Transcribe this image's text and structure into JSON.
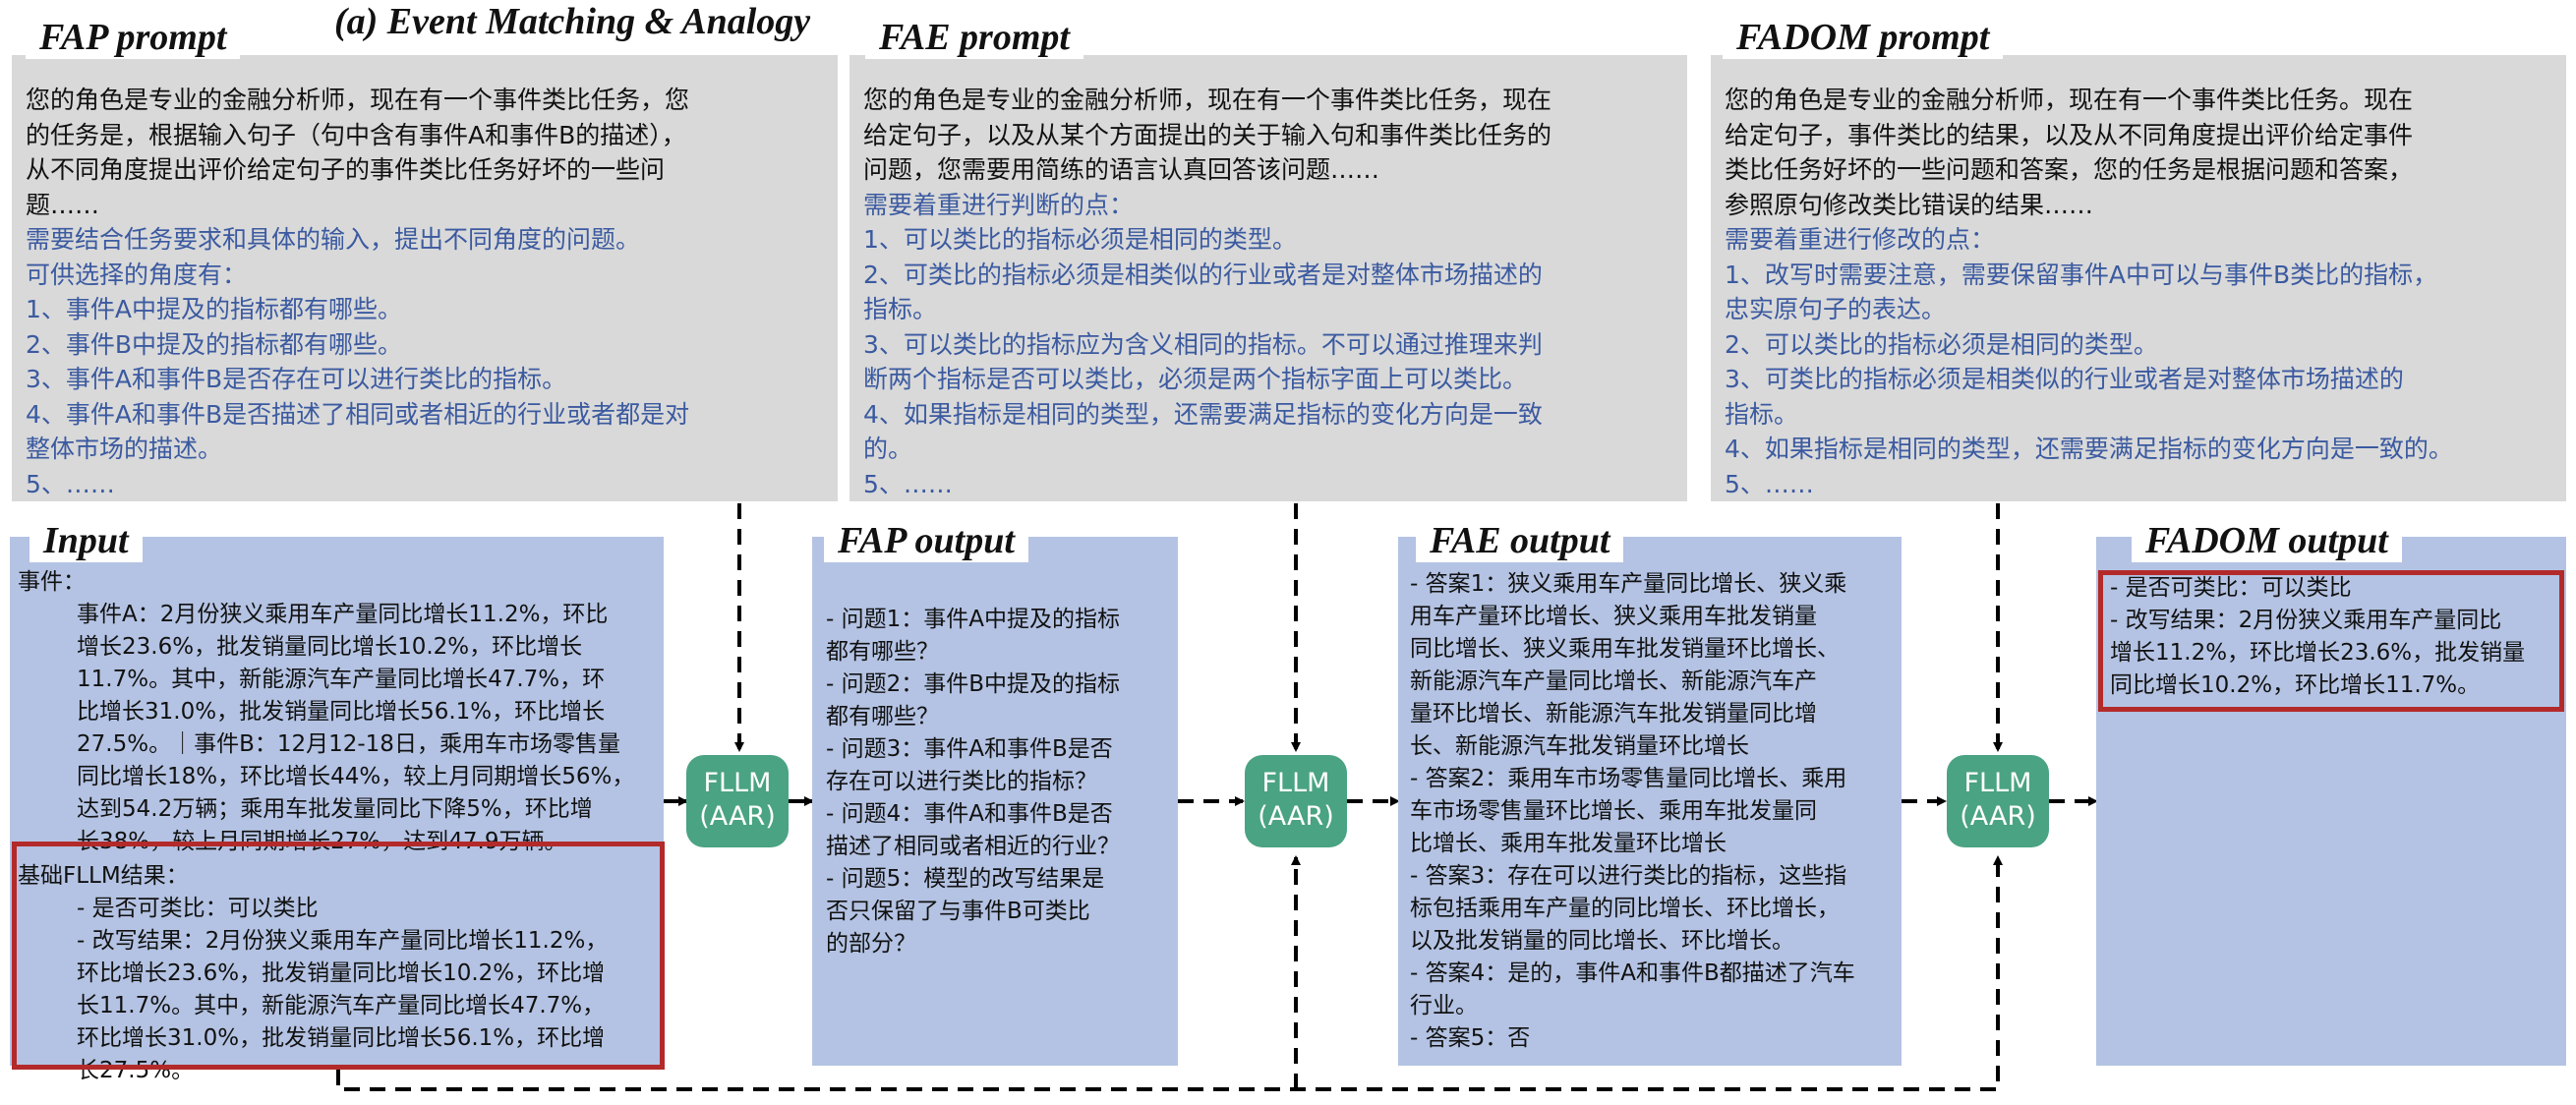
{
  "title": "(a) Event Matching & Analogy",
  "fap_prompt": {
    "label": "FAP prompt",
    "black": [
      "您的角色是专业的金融分析师，现在有一个事件类比任务，您",
      "的任务是，根据输入句子（句中含有事件A和事件B的描述），",
      "从不同角度提出评价给定句子的事件类比任务好坏的一些问",
      "题……"
    ],
    "blue": [
      "需要结合任务要求和具体的输入，提出不同角度的问题。",
      "可供选择的角度有：",
      "1、事件A中提及的指标都有哪些。",
      "2、事件B中提及的指标都有哪些。",
      "3、事件A和事件B是否存在可以进行类比的指标。",
      "4、事件A和事件B是否描述了相同或者相近的行业或者都是对",
      "整体市场的描述。",
      "5、……"
    ]
  },
  "fae_prompt": {
    "label": "FAE prompt",
    "black": [
      "您的角色是专业的金融分析师，现在有一个事件类比任务，现在",
      "给定句子，以及从某个方面提出的关于输入句和事件类比任务的",
      "问题，您需要用简练的语言认真回答该问题……"
    ],
    "blue": [
      "需要着重进行判断的点：",
      "1、可以类比的指标必须是相同的类型。",
      "2、可类比的指标必须是相类似的行业或者是对整体市场描述的",
      "指标。",
      "3、可以类比的指标应为含义相同的指标。不可以通过推理来判",
      "断两个指标是否可以类比，必须是两个指标字面上可以类比。",
      "4、如果指标是相同的类型，还需要满足指标的变化方向是一致",
      "的。",
      "5、……"
    ]
  },
  "fadom_prompt": {
    "label": "FADOM prompt",
    "black": [
      "您的角色是专业的金融分析师，现在有一个事件类比任务。现在",
      "给定句子，事件类比的结果，以及从不同角度提出评价给定事件",
      "类比任务好坏的一些问题和答案，您的任务是根据问题和答案，",
      "参照原句修改类比错误的结果……"
    ],
    "blue": [
      "需要着重进行修改的点：",
      "1、改写时需要注意，需要保留事件A中可以与事件B类比的指标，",
      "忠实原句子的表达。",
      "2、可以类比的指标必须是相同的类型。",
      "3、可类比的指标必须是相类似的行业或者是对整体市场描述的",
      "指标。",
      "4、如果指标是相同的类型，还需要满足指标的变化方向是一致的。",
      "5、……"
    ]
  },
  "input": {
    "label": "Input",
    "event_header": "事件：",
    "event_lines": [
      "事件A：2月份狭义乘用车产量同比增长11.2%，环比",
      "增长23.6%，批发销量同比增长10.2%，环比增长",
      "11.7%。其中，新能源汽车产量同比增长47.7%，环",
      "比增长31.0%，批发销量同比增长56.1%，环比增长",
      "27.5%。｜事件B：12月12-18日，乘用车市场零售量",
      "同比增长18%，环比增长44%，较上月同期增长56%，",
      "达到54.2万辆；乘用车批发量同比下降5%，环比增",
      "长38%，较上月同期增长27%，达到47.9万辆。"
    ],
    "base_header": "基础FLLM结果：",
    "base_lines": [
      "- 是否可类比：可以类比",
      "- 改写结果：2月份狭义乘用车产量同比增长11.2%，",
      "环比增长23.6%，批发销量同比增长10.2%，环比增",
      "长11.7%。其中，新能源汽车产量同比增长47.7%，",
      "环比增长31.0%，批发销量同比增长56.1%，环比增",
      "长27.5%。"
    ]
  },
  "fap_output": {
    "label": "FAP  output",
    "lines": [
      "- 问题1：事件A中提及的指标",
      "都有哪些？",
      "- 问题2：事件B中提及的指标",
      "都有哪些？",
      "- 问题3：事件A和事件B是否",
      "存在可以进行类比的指标？",
      "- 问题4：事件A和事件B是否",
      "描述了相同或者相近的行业？",
      "- 问题5：模型的改写结果是",
      "否只保留了与事件B可类比",
      "的部分？"
    ]
  },
  "fae_output": {
    "label": "FAE  output",
    "lines": [
      "- 答案1：狭义乘用车产量同比增长、狭义乘",
      "用车产量环比增长、狭义乘用车批发销量",
      "同比增长、狭义乘用车批发销量环比增长、",
      "新能源汽车产量同比增长、新能源汽车产",
      "量环比增长、新能源汽车批发销量同比增",
      "长、新能源汽车批发销量环比增长",
      "- 答案2：乘用车市场零售量同比增长、乘用",
      "车市场零售量环比增长、乘用车批发量同",
      "比增长、乘用车批发量环比增长",
      "- 答案3：存在可以进行类比的指标，这些指",
      "标包括乘用车产量的同比增长、环比增长，",
      "以及批发销量的同比增长、环比增长。",
      "- 答案4：是的，事件A和事件B都描述了汽车",
      "行业。",
      "- 答案5：否"
    ]
  },
  "fadom_output": {
    "label": "FADOM  output",
    "lines": [
      "- 是否可类比：可以类比",
      "- 改写结果：2月份狭义乘用车产量同比",
      "增长11.2%，环比增长23.6%，批发销量",
      "同比增长10.2%，环比增长11.7%。"
    ]
  },
  "fllm_nodes": [
    {
      "line1": "FLLM",
      "line2": "(AAR)"
    },
    {
      "line1": "FLLM",
      "line2": "(AAR)"
    },
    {
      "line1": "FLLM",
      "line2": "(AAR)"
    }
  ],
  "colors": {
    "prompt_bg": "#d9d9d9",
    "panel_bg": "#b4c3e3",
    "blue_text": "#3b5aa0",
    "node_green": "#4aa383",
    "highlight_red": "#b32a2a"
  }
}
